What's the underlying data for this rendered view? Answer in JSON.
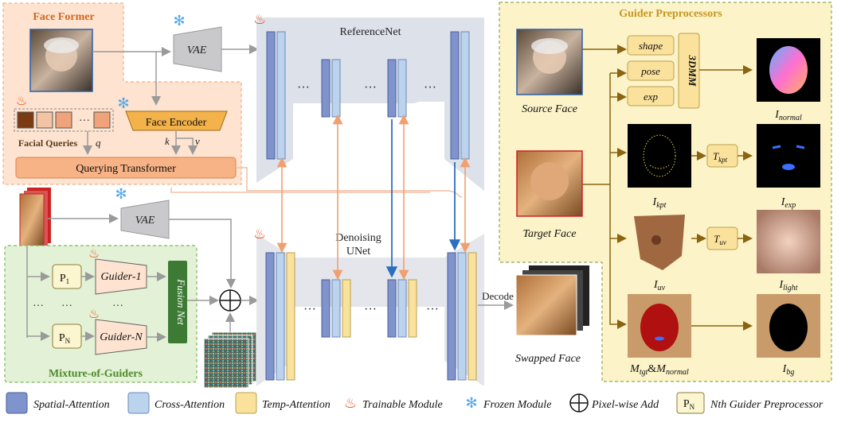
{
  "face_former": {
    "title": "Face Former",
    "vae": "VAE",
    "face_encoder": "Face Encoder",
    "queries_dots": "···",
    "facial_queries": "Facial Queries",
    "q": "q",
    "k": "k",
    "v": "v",
    "querying_transformer": "Querying Transformer"
  },
  "reference_net": {
    "title": "ReferenceNet",
    "dots": "···"
  },
  "vae2": "VAE",
  "mixture": {
    "title": "Mixture-of-Guiders",
    "p1": "P",
    "p1_sub": "1",
    "pn": "P",
    "pn_sub": "N",
    "guider1": "Guider-1",
    "guiderN": "Guider-N",
    "dots": "···",
    "fusion": "Fusion Net"
  },
  "denoising": {
    "line1": "Denoising",
    "line2": "UNet",
    "dots": "···"
  },
  "decode": "Decode",
  "swapped_face": "Swapped Face",
  "guider_pre": {
    "title": "Guider Preprocessors",
    "source_face": "Source Face",
    "target_face": "Target Face",
    "shape": "shape",
    "pose": "pose",
    "exp": "exp",
    "tdmm": "3DMM",
    "T": "T",
    "t_kpt_sub": "kpt",
    "t_uv_sub": "uv",
    "I": "I",
    "normal": "normal",
    "kpt": "kpt",
    "exp_sub": "exp",
    "uv": "uv",
    "light": "light",
    "M": "M",
    "tgt": "tgt",
    "amp": "&",
    "bg": "bg"
  },
  "legend": {
    "spatial": "Spatial-Attention",
    "cross": "Cross-Attention",
    "temp": "Temp-Attention",
    "trainable": "Trainable Module",
    "frozen": "Frozen Module",
    "add": "Pixel-wise Add",
    "p": "P",
    "p_sub": "N",
    "nth": "Nth Guider Preprocessor"
  },
  "colors": {
    "spatial": "#7f93cc",
    "cross": "#bcd3ee",
    "temp": "#fbe29c",
    "face_former_bg": "#fde3d0",
    "guider_bg": "#fcf3c8",
    "mixture_bg": "#e3f2d6",
    "unet_bg": "#dde1ea"
  },
  "icons": [
    "fire-icon",
    "snowflake-icon",
    "plus-circle-icon"
  ]
}
